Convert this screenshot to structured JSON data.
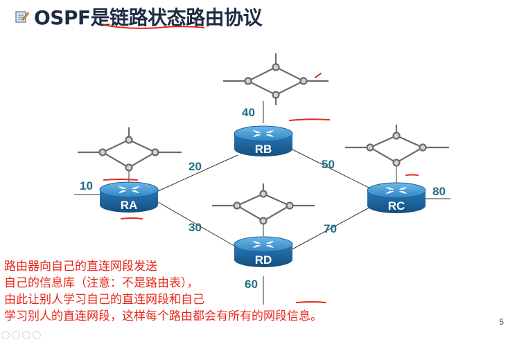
{
  "slide": {
    "title_prefix": "OSPF是",
    "title_emphasis": "链路状态路由协议",
    "routers": [
      "RA",
      "RB",
      "RC",
      "RD"
    ],
    "costs": {
      "ra_lan": "10",
      "ra_rb": "20",
      "ra_rd": "30",
      "rb_lan": "40",
      "rb_rc": "50",
      "rd_lan": "60",
      "rd_rc": "70",
      "rc_lan": "80"
    },
    "note_lines": [
      "路由器向自己的直连网段发送",
      "自己的信息库（注意：不是路由表），",
      "由此让别人学习自己的直连网段和自己",
      "学习别人的直连网段，这样每个路由都会有所有的网段信息。"
    ],
    "page_number": "5",
    "colors": {
      "router_top": "#4a9fd0",
      "router_side": "#1d6aa3",
      "cost_text": "#1d6f80",
      "annotation": "#e8261a"
    }
  }
}
